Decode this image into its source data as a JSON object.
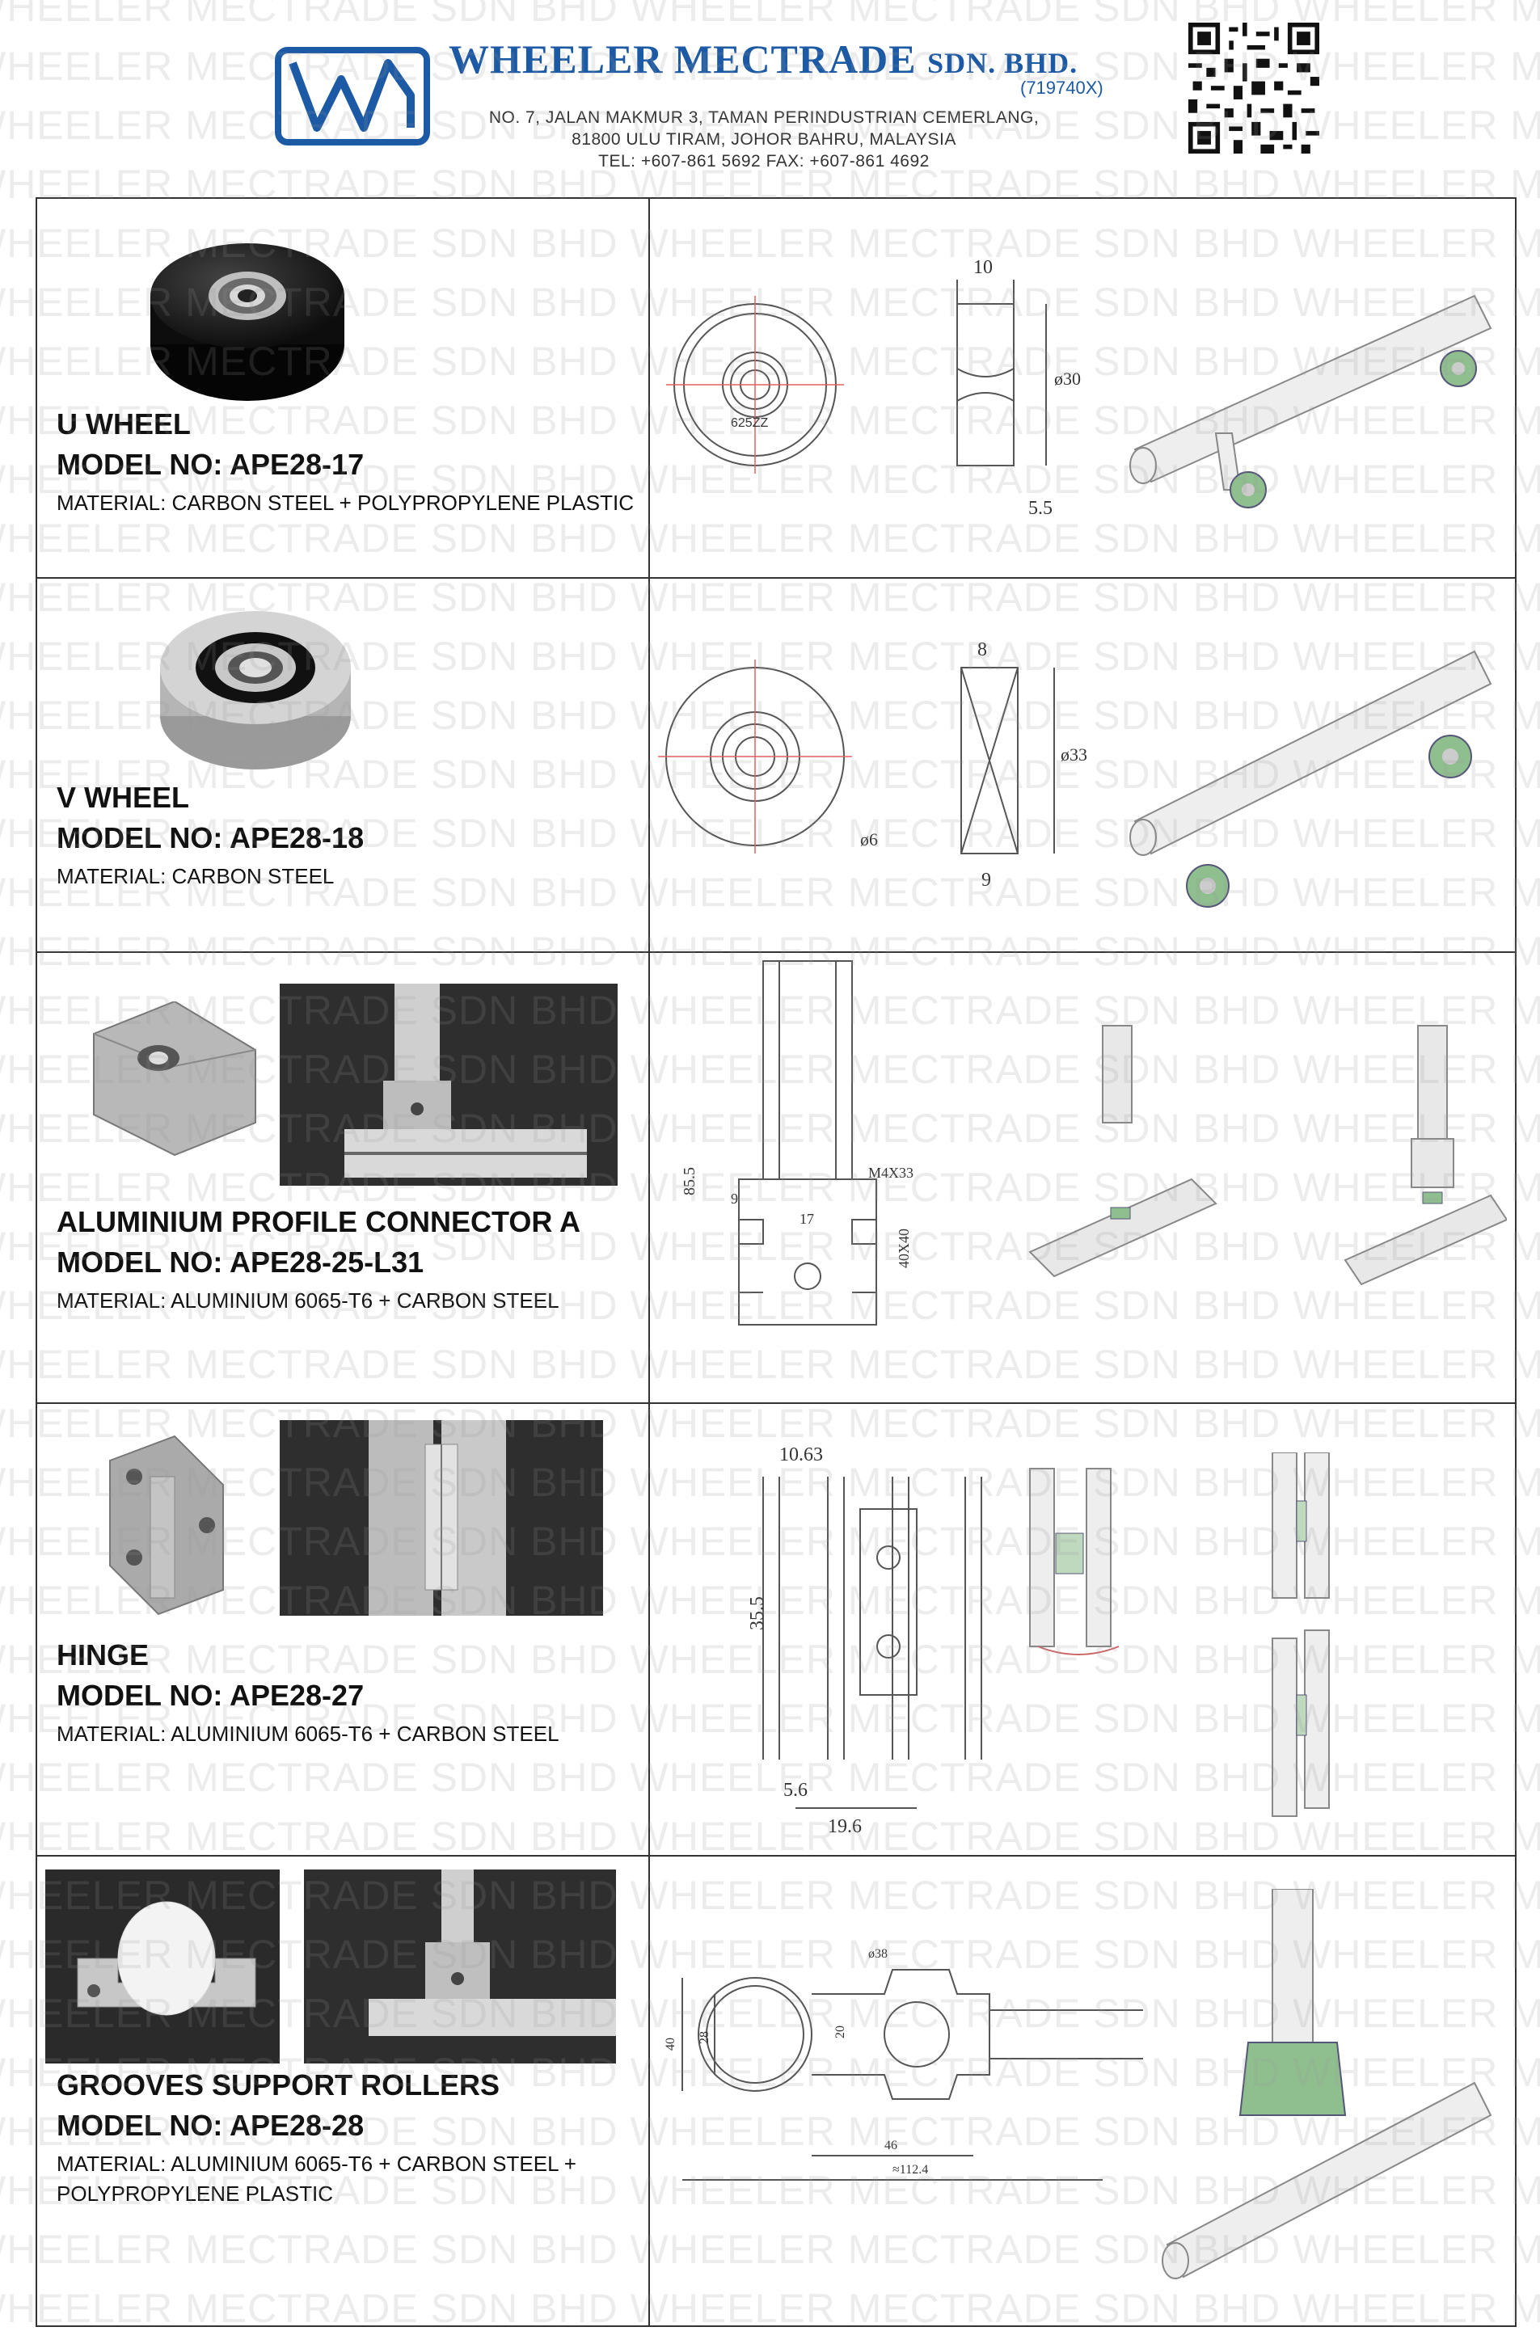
{
  "header": {
    "company_name": "WHEELER MECTRADE",
    "company_suffix": "SDN. BHD.",
    "registration": "(719740X)",
    "address_line1": "NO. 7, JALAN MAKMUR 3, TAMAN PERINDUSTRIAN CEMERLANG,",
    "address_line2": "81800 ULU TIRAM, JOHOR BAHRU, MALAYSIA",
    "contact": "TEL: +607-861 5692  FAX: +607-861 4692",
    "logo_text": "WM"
  },
  "watermark": "WHEELER MECTRADE SDN BHD",
  "products": [
    {
      "name": "U WHEEL",
      "model": "MODEL NO: APE28-17",
      "material": "MATERIAL: CARBON STEEL + POLYPROPYLENE PLASTIC",
      "dims": {
        "width": "10",
        "diameter": "ø30",
        "groove": "5.5",
        "bearing_code": "625ZZ"
      }
    },
    {
      "name": "V WHEEL",
      "model": "MODEL NO: APE28-18",
      "material": "MATERIAL: CARBON STEEL",
      "dims": {
        "width": "8",
        "diameter": "ø33",
        "groove": "9",
        "bore": "ø6"
      }
    },
    {
      "name": "ALUMINIUM PROFILE CONNECTOR A",
      "model": "MODEL NO: APE28-25-L31",
      "material": "MATERIAL: ALUMINIUM 6065-T6 + CARBON STEEL",
      "dims": {
        "height": "85.5",
        "offset": "9",
        "slot": "17",
        "screw": "M4X33",
        "profile": "40X40"
      }
    },
    {
      "name": "HINGE",
      "model": "MODEL NO: APE28-27",
      "material": "MATERIAL: ALUMINIUM 6065-T6 + CARBON STEEL",
      "dims": {
        "width": "10.63",
        "height": "35.5",
        "thickness": "5.6",
        "base": "19.6"
      }
    },
    {
      "name": "GROOVES SUPPORT ROLLERS",
      "model": "MODEL NO: APE28-28",
      "material": "MATERIAL: ALUMINIUM 6065-T6 + CARBON STEEL + POLYPROPYLENE PLASTIC",
      "dims": {
        "top": "ø38",
        "height": "40",
        "inner": "28",
        "center": "20",
        "base": "46",
        "length": "≈112.4"
      }
    }
  ]
}
